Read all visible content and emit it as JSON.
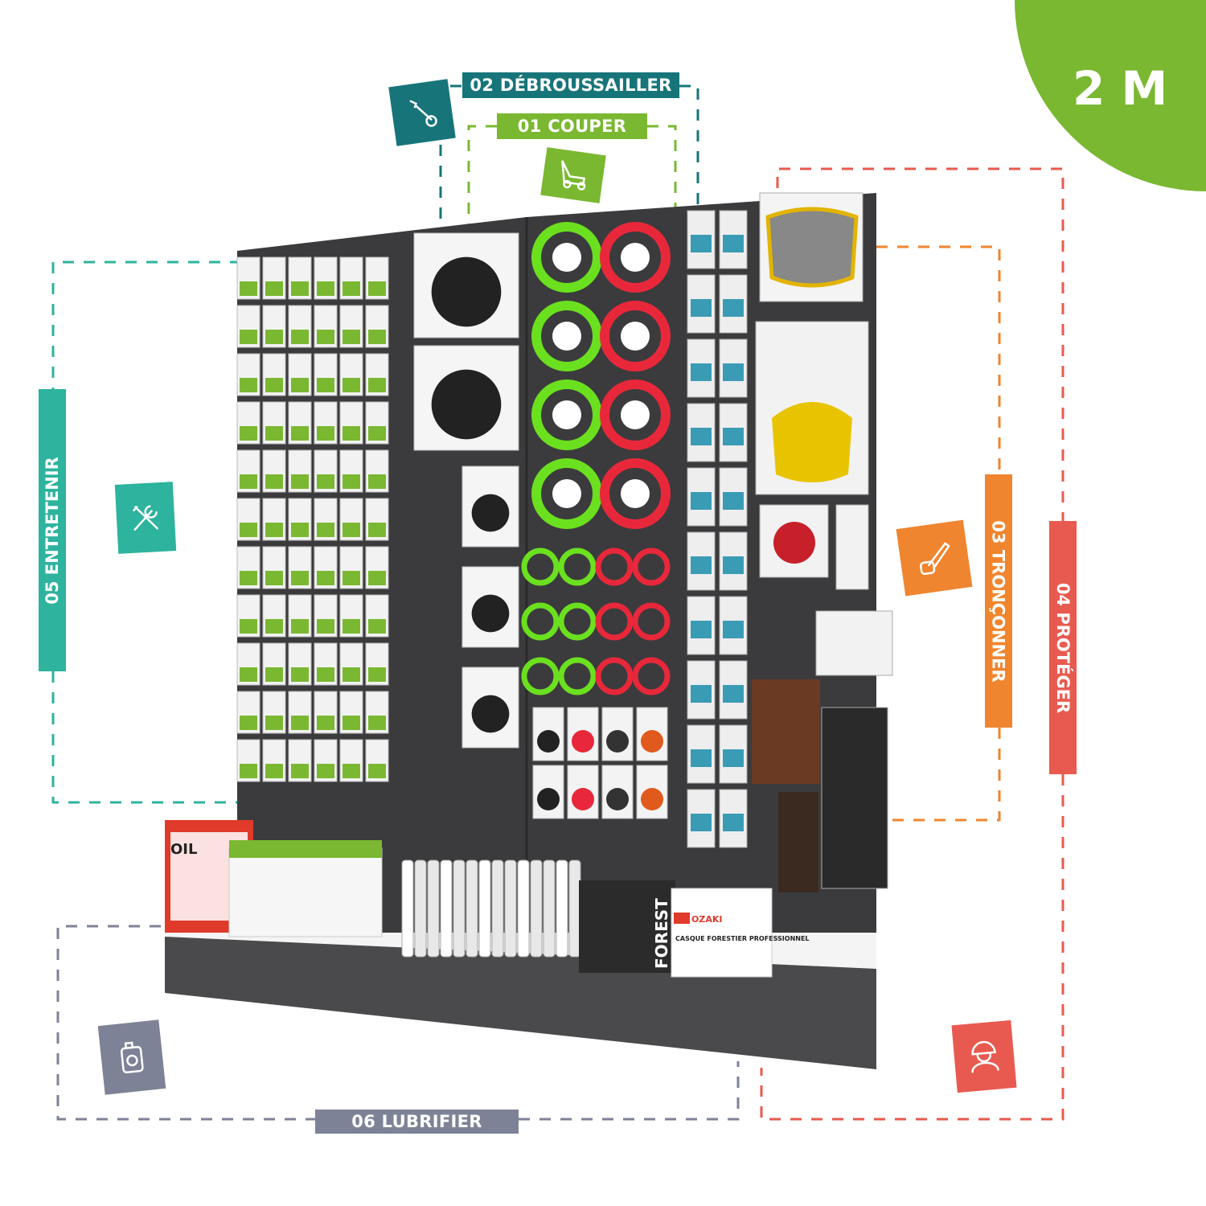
{
  "size_badge": "2 M",
  "categories": [
    {
      "id": "01",
      "label": "01 COUPER",
      "icon": "lawn-mower-icon",
      "color": "#7ab831"
    },
    {
      "id": "02",
      "label": "02 DÉBROUSSAILLER",
      "icon": "brush-cutter-icon",
      "color": "#17757a"
    },
    {
      "id": "03",
      "label": "03 TRONÇONNER",
      "icon": "chainsaw-icon",
      "color": "#f0852f"
    },
    {
      "id": "04",
      "label": "04 PROTÉGER",
      "icon": "forestry-helmet-icon",
      "color": "#e85a4f"
    },
    {
      "id": "05",
      "label": "05 ENTRETENIR",
      "icon": "tools-icon",
      "color": "#2db39e"
    },
    {
      "id": "06",
      "label": "06 LUBRIFIER",
      "icon": "oil-can-icon",
      "color": "#7e8296"
    }
  ],
  "products": {
    "brand": "OZAKI",
    "helmet_box": "CASQUE FORESTIER PROFESSIONNEL",
    "forest_box": "FOREST",
    "oil_box": "OIL"
  }
}
